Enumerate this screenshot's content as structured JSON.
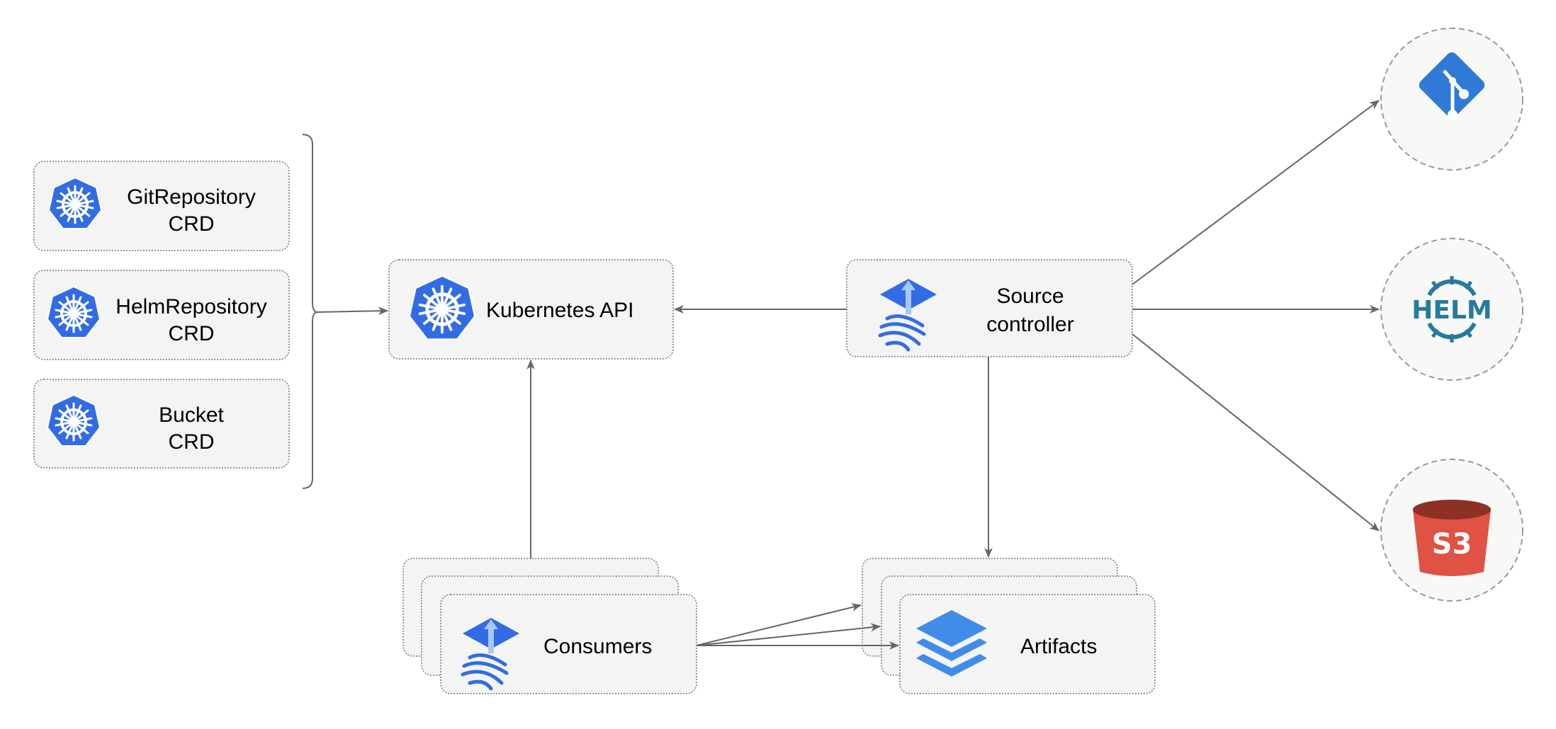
{
  "crds": [
    {
      "line1": "GitRepository",
      "line2": "CRD",
      "icon": "kubernetes-icon"
    },
    {
      "line1": "HelmRepository",
      "line2": "CRD",
      "icon": "kubernetes-icon"
    },
    {
      "line1": "Bucket",
      "line2": "CRD",
      "icon": "kubernetes-icon"
    }
  ],
  "kubernetes_api": {
    "label": "Kubernetes API",
    "icon": "kubernetes-icon"
  },
  "source_controller": {
    "line1": "Source",
    "line2": "controller",
    "icon": "flux-icon"
  },
  "consumers": {
    "label": "Consumers",
    "icon": "flux-icon"
  },
  "artifacts": {
    "label": "Artifacts",
    "icon": "layers-icon"
  },
  "sources": [
    {
      "name": "git",
      "icon": "git-icon"
    },
    {
      "name": "helm",
      "icon": "helm-icon",
      "logo_text": "HELM"
    },
    {
      "name": "s3",
      "icon": "s3-bucket-icon",
      "logo_text": "S3"
    }
  ],
  "colors": {
    "kubernetes": "#326ce5",
    "flux": "#326ce5",
    "git": "#2f7ad6",
    "helm": "#277a9f",
    "s3_body": "#e05243",
    "s3_top": "#8c3123",
    "layers": "#418ce9",
    "edge": "#666666",
    "box_fill": "#f4f4f4"
  }
}
